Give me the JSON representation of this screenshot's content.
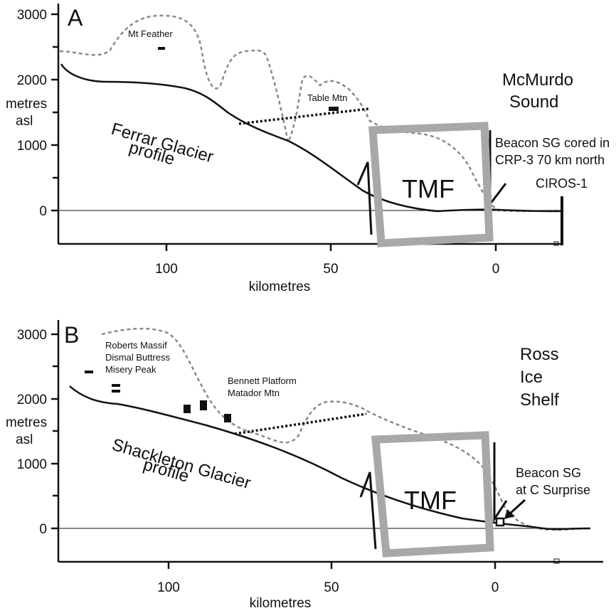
{
  "panel_a": {
    "letter": "A",
    "y_ticks": [
      "3000",
      "2000",
      "1000",
      "0"
    ],
    "x_ticks": [
      "100",
      "50",
      "0"
    ],
    "ylabel_line1": "metres",
    "ylabel_line2": "asl",
    "xlabel": "kilometres",
    "glacier_line1": "Ferrar Glacier",
    "glacier_line2": "profile",
    "peaks": [
      "Mt Feather",
      "Table Mtn"
    ],
    "tmf": "TMF",
    "sea_line1": "McMurdo",
    "sea_line2": "Sound",
    "note_line1": "Beacon SG cored in",
    "note_line2": "CRP-3 70 km north",
    "site": "CIROS-1"
  },
  "panel_b": {
    "letter": "B",
    "y_ticks": [
      "3000",
      "2000",
      "1000",
      "0"
    ],
    "x_ticks": [
      "100",
      "50",
      "0"
    ],
    "ylabel_line1": "metres",
    "ylabel_line2": "asl",
    "xlabel": "kilometres",
    "glacier_line1": "Shackleton Glacier",
    "glacier_line2": "profile",
    "peaks_left": [
      "Roberts Massif",
      "Dismal Buttress",
      "Misery Peak"
    ],
    "peaks_right": [
      "Bennett Platform",
      "Matador Mtn"
    ],
    "tmf": "TMF",
    "sea_line1": "Ross",
    "sea_line2": "Ice",
    "sea_line3": "Shelf",
    "note_line1": "Beacon SG",
    "note_line2": "at C Surprise"
  },
  "colors": {
    "profile": "#111111",
    "dashed_ridge": "#8a8a8a",
    "tmf_box": "#a8a8a8"
  }
}
